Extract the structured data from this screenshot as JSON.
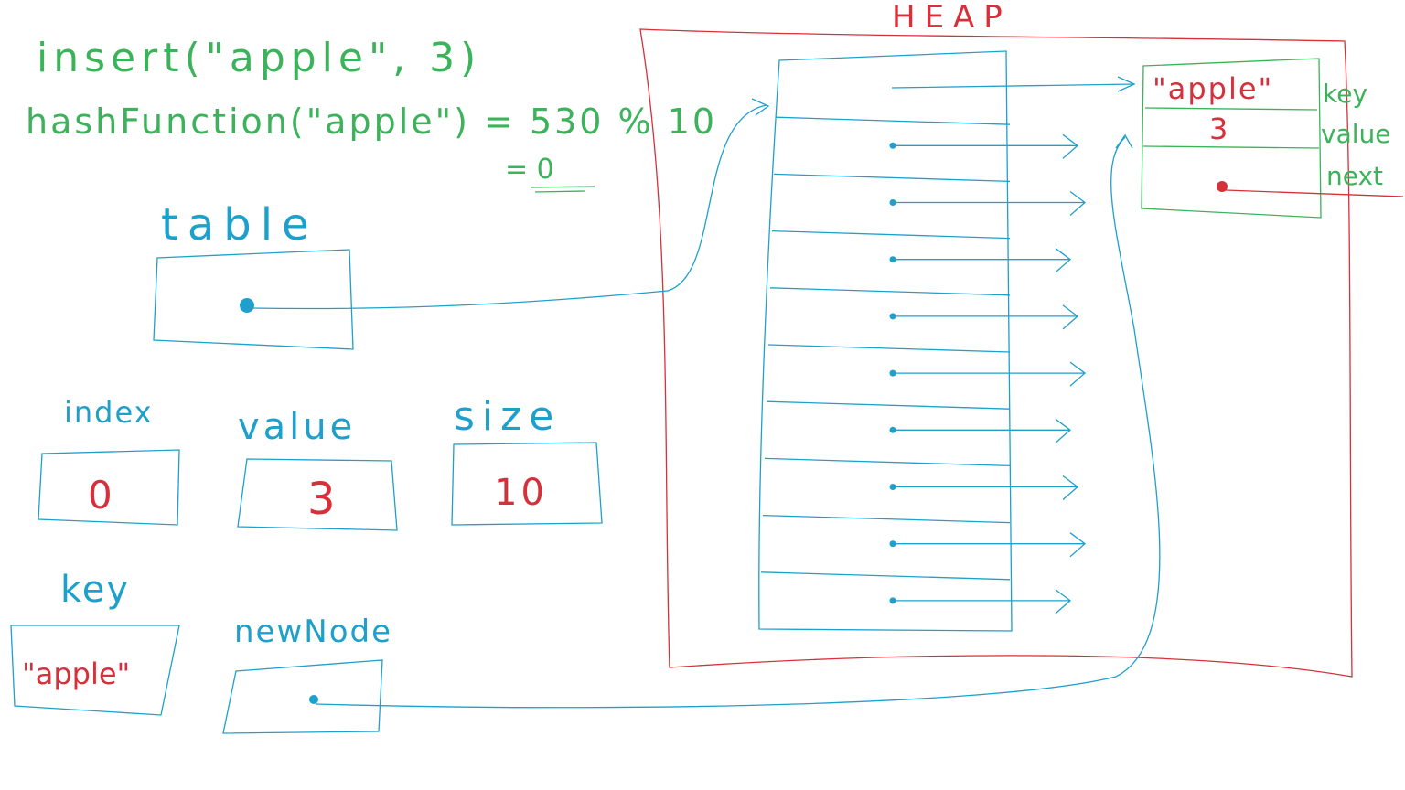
{
  "colors": {
    "code": "#3cb35a",
    "heap": "#d6303a",
    "values": "#d6303a",
    "boxes": "#1ea0cc"
  },
  "code_lines": [
    "insert(\"apple\", 3)",
    "hashFunction(\"apple\") = 530 % 10",
    "= 0"
  ],
  "heap": {
    "label": "HEAP"
  },
  "variables": {
    "table": {
      "label": "table"
    },
    "index": {
      "label": "index",
      "value": "0"
    },
    "value": {
      "label": "value",
      "value": "3"
    },
    "size": {
      "label": "size",
      "value": "10"
    },
    "key": {
      "label": "key",
      "value": "\"apple\""
    },
    "newnode": {
      "label": "newNode"
    }
  },
  "node": {
    "key_value": "\"apple\"",
    "value_value": "3",
    "field_labels": [
      "key",
      "value",
      "next"
    ]
  },
  "array_slots": 10
}
